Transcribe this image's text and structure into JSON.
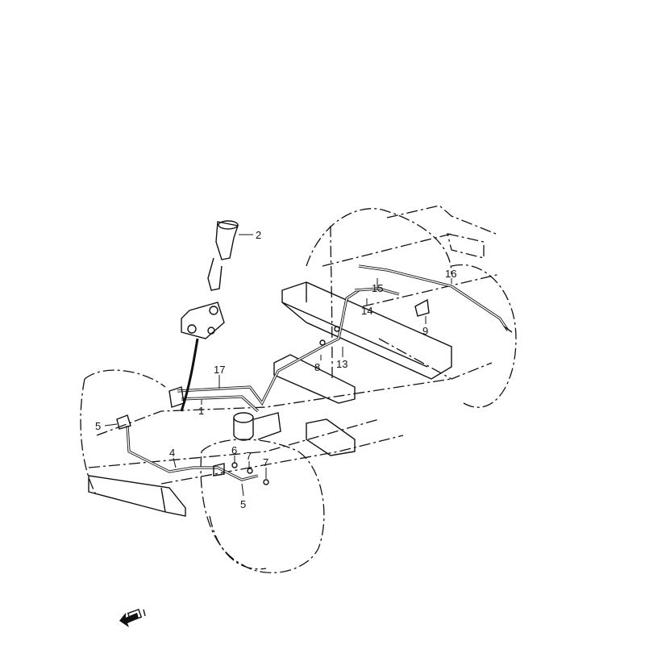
{
  "diagram": {
    "callouts": [
      {
        "id": "2",
        "text": "2"
      },
      {
        "id": "16",
        "text": "16"
      },
      {
        "id": "15",
        "text": "15"
      },
      {
        "id": "14",
        "text": "14"
      },
      {
        "id": "9",
        "text": "9"
      },
      {
        "id": "8",
        "text": "8"
      },
      {
        "id": "13",
        "text": "13"
      },
      {
        "id": "17",
        "text": "17"
      },
      {
        "id": "1",
        "text": "1"
      },
      {
        "id": "5a",
        "text": "5"
      },
      {
        "id": "4",
        "text": "4"
      },
      {
        "id": "6",
        "text": "6"
      },
      {
        "id": "7a",
        "text": "7"
      },
      {
        "id": "7b",
        "text": "7"
      },
      {
        "id": "5b",
        "text": "5"
      }
    ],
    "direction_icon": "front-arrow-icon"
  }
}
